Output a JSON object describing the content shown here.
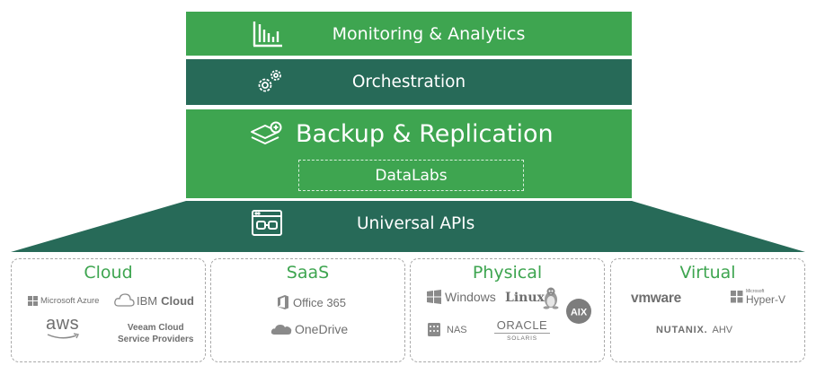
{
  "layers": {
    "monitoring": {
      "label": "Monitoring & Analytics",
      "icon": "bar-chart-icon"
    },
    "orchestration": {
      "label": "Orchestration",
      "icon": "gears-icon"
    },
    "backup": {
      "label": "Backup & Replication",
      "icon": "layers-plus-icon",
      "sub_label": "DataLabs"
    },
    "apis": {
      "label": "Universal APIs",
      "icon": "api-window-icon"
    }
  },
  "colors": {
    "green": "#3ea550",
    "dark_green": "#276a58",
    "panel_border": "#a9a9a9"
  },
  "panels": [
    {
      "title": "Cloud",
      "logos": [
        "Microsoft Azure",
        "IBM Cloud",
        "aws",
        "Veeam Cloud Service Providers"
      ]
    },
    {
      "title": "SaaS",
      "logos": [
        "Office 365",
        "OneDrive"
      ]
    },
    {
      "title": "Physical",
      "logos": [
        "Windows",
        "Linux",
        "AIX",
        "NAS",
        "ORACLE SOLARIS"
      ]
    },
    {
      "title": "Virtual",
      "logos": [
        "vmware",
        "Hyper-V",
        "NUTANIX",
        "AHV"
      ]
    }
  ],
  "logo_text": {
    "ms_azure": "Microsoft Azure",
    "ibm": "IBM",
    "ibm_cloud": "Cloud",
    "aws": "aws",
    "veeam_line1": "Veeam Cloud",
    "veeam_line2": "Service Providers",
    "office365": "Office 365",
    "onedrive": "OneDrive",
    "windows": "Windows",
    "linux": "Linux",
    "aix": "AIX",
    "nas": "NAS",
    "oracle": "ORACLE",
    "solaris": "SOLARIS",
    "vmware": "vmware",
    "microsoft_small": "Microsoft",
    "hyperv": "Hyper-V",
    "nutanix": "NUTANIX.",
    "ahv": "AHV"
  }
}
